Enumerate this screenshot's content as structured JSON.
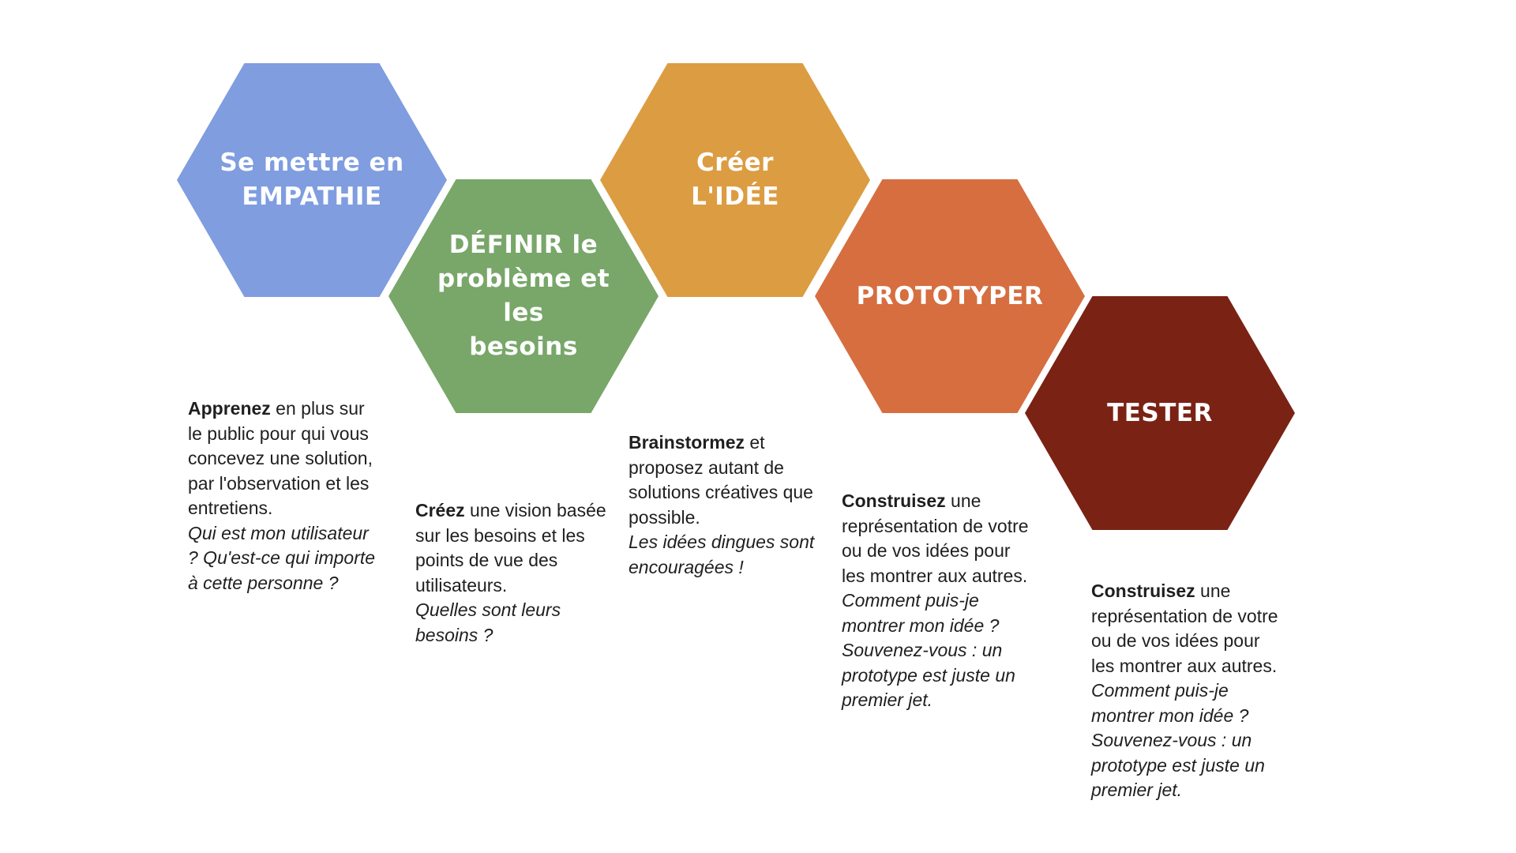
{
  "stages": [
    {
      "key": "empathie",
      "label": "Se mettre en\nEMPATHIE",
      "color": "#7f9ddf",
      "lead": "Apprenez",
      "text": " en plus sur le public pour qui vous concevez une solution, par l'observation et les entretiens.",
      "question": "Qui est mon utilisateur ? Qu'est-ce qui importe à cette personne ?"
    },
    {
      "key": "definir",
      "label": "DÉFINIR le\nproblème et les\nbesoins",
      "color": "#78a769",
      "lead": "Créez",
      "text": " une vision basée sur les besoins et les points de vue des utilisateurs.",
      "question": "Quelles sont leurs besoins ?"
    },
    {
      "key": "creer",
      "label": "Créer\nL'IDÉE",
      "color": "#dc9c42",
      "lead": "Brainstormez",
      "text": " et proposez autant de solutions créatives que possible.",
      "question": "Les idées dingues sont encouragées !"
    },
    {
      "key": "prototyper",
      "label": "PROTOTYPER",
      "color": "#d66e40",
      "lead": "Construisez",
      "text": " une représentation de votre ou de vos idées pour les montrer aux autres.",
      "question": "Comment puis-je montrer mon idée ? Souvenez-vous : un prototype est juste un premier jet."
    },
    {
      "key": "tester",
      "label": "TESTER",
      "color": "#7a2214",
      "lead": "Construisez",
      "text": " une représentation de votre ou de vos idées pour les montrer aux autres.",
      "question": "Comment puis-je montrer mon idée ? Souvenez-vous : un prototype est juste un premier jet."
    }
  ]
}
